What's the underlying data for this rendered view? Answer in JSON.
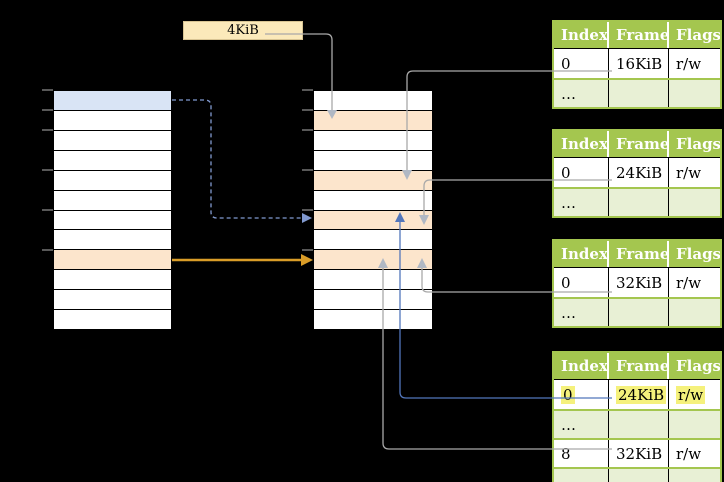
{
  "page_size_label": "4KiB",
  "colors": {
    "background": "#000000",
    "table_header_green": "#A4C64F",
    "table_row_light_green": "#E8F0D5",
    "row_orange": "#FCE5CC",
    "row_blue": "#D9E4F5",
    "label_box_cream": "#FBE9BA",
    "highlight_yellow": "#F5F17C",
    "connector_gray": "#A9A9A9",
    "arrowhead_gray": "#B0B8C4",
    "connector_blue": "#5276BB",
    "connector_blue_dashed": "#8199CF",
    "connector_orange": "#DA9D28",
    "tick_gray": "#7F7F7F"
  },
  "left_memory_column": {
    "row_count": 12,
    "special_rows": [
      {
        "index": 0,
        "style": "blue"
      },
      {
        "index": 8,
        "style": "orange"
      }
    ]
  },
  "middle_memory_column": {
    "row_count": 12,
    "special_rows": [
      {
        "index": 1,
        "style": "orange"
      },
      {
        "index": 4,
        "style": "orange"
      },
      {
        "index": 6,
        "style": "orange"
      },
      {
        "index": 8,
        "style": "orange"
      }
    ]
  },
  "page_tables": [
    {
      "id": "page-table-16kib",
      "headers": [
        "Index",
        "Frame",
        "Flags"
      ],
      "rows": [
        {
          "index": "0",
          "frame": "16KiB",
          "flags": "r/w",
          "shaded": false,
          "highlighted": false
        },
        {
          "index": "…",
          "frame": "",
          "flags": "",
          "shaded": true,
          "highlighted": false
        }
      ]
    },
    {
      "id": "page-table-24kib",
      "headers": [
        "Index",
        "Frame",
        "Flags"
      ],
      "rows": [
        {
          "index": "0",
          "frame": "24KiB",
          "flags": "r/w",
          "shaded": false,
          "highlighted": false
        },
        {
          "index": "…",
          "frame": "",
          "flags": "",
          "shaded": true,
          "highlighted": false
        }
      ]
    },
    {
      "id": "page-table-32kib",
      "headers": [
        "Index",
        "Frame",
        "Flags"
      ],
      "rows": [
        {
          "index": "0",
          "frame": "32KiB",
          "flags": "r/w",
          "shaded": false,
          "highlighted": false
        },
        {
          "index": "…",
          "frame": "",
          "flags": "",
          "shaded": true,
          "highlighted": false
        }
      ]
    },
    {
      "id": "page-table-level2",
      "headers": [
        "Index",
        "Frame",
        "Flags"
      ],
      "rows": [
        {
          "index": "0",
          "frame": "24KiB",
          "flags": "r/w",
          "shaded": false,
          "highlighted": true
        },
        {
          "index": "…",
          "frame": "",
          "flags": "",
          "shaded": true,
          "highlighted": false
        },
        {
          "index": "8",
          "frame": "32KiB",
          "flags": "r/w",
          "shaded": false,
          "highlighted": false
        },
        {
          "index": "…",
          "frame": "",
          "flags": "",
          "shaded": true,
          "highlighted": false
        }
      ]
    }
  ]
}
